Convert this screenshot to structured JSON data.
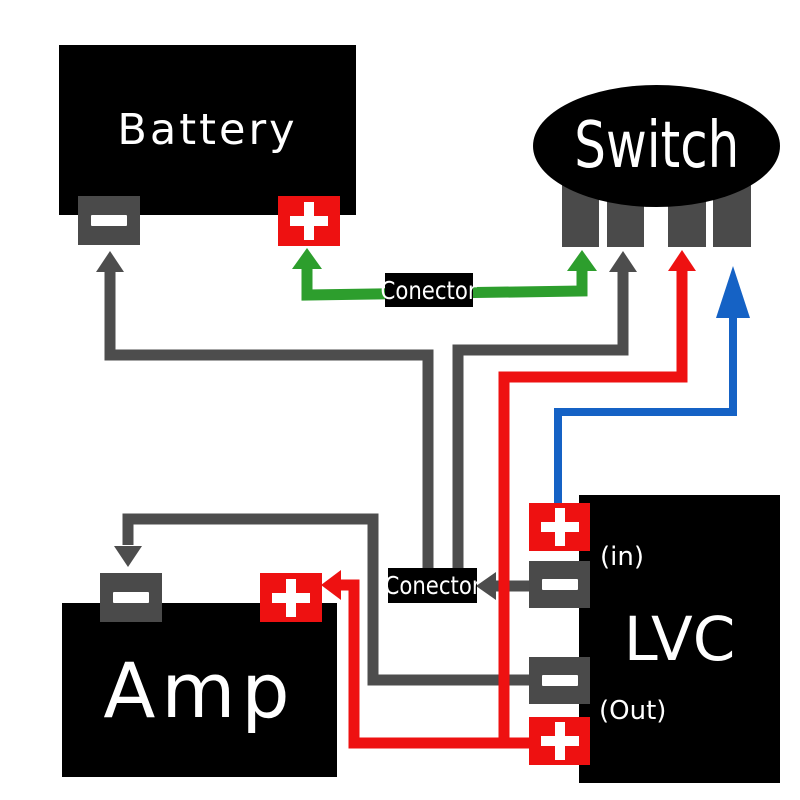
{
  "colors": {
    "background": "#ffffff",
    "box_black": "#000000",
    "terminal_gray": "#4a4a4a",
    "wire_gray": "#4d4d4d",
    "accent_red": "#ee1111",
    "wire_green": "#2d9e2d",
    "wire_blue": "#1562c5",
    "text_white": "#ffffff"
  },
  "components": {
    "battery": {
      "label": "Battery",
      "terminals": {
        "minus": "-",
        "plus": "+"
      }
    },
    "switch": {
      "label": "Switch",
      "pin_count": 4
    },
    "amp": {
      "label": "Amp",
      "terminals": {
        "minus": "-",
        "plus": "+"
      }
    },
    "lvc": {
      "label": "LVC",
      "in_caption": "(in)",
      "out_caption": "(Out)",
      "terminals": {
        "plus_in": "+",
        "minus_in": "-",
        "minus_out": "-",
        "plus_out": "+"
      }
    },
    "connector_top": {
      "label": "Conector"
    },
    "connector_mid": {
      "label": "Conector"
    }
  },
  "wires": [
    {
      "color": "green",
      "from": "battery-plus",
      "to": "switch-pin-1",
      "through": "connector-top"
    },
    {
      "color": "gray",
      "from": "battery-minus",
      "to": "connector-mid"
    },
    {
      "color": "gray",
      "from": "connector-mid",
      "to": "switch-pin-2"
    },
    {
      "color": "gray",
      "from": "lvc-minus-in",
      "to": "connector-mid"
    },
    {
      "color": "gray",
      "from": "lvc-minus-out",
      "to": "amp-minus"
    },
    {
      "color": "red",
      "from": "lvc-plus-out",
      "to": "amp-plus"
    },
    {
      "color": "red",
      "from": "lvc-plus-out",
      "to": "switch-pin-3"
    },
    {
      "color": "blue",
      "from": "lvc-plus-in",
      "to": "switch-pin-4"
    }
  ]
}
